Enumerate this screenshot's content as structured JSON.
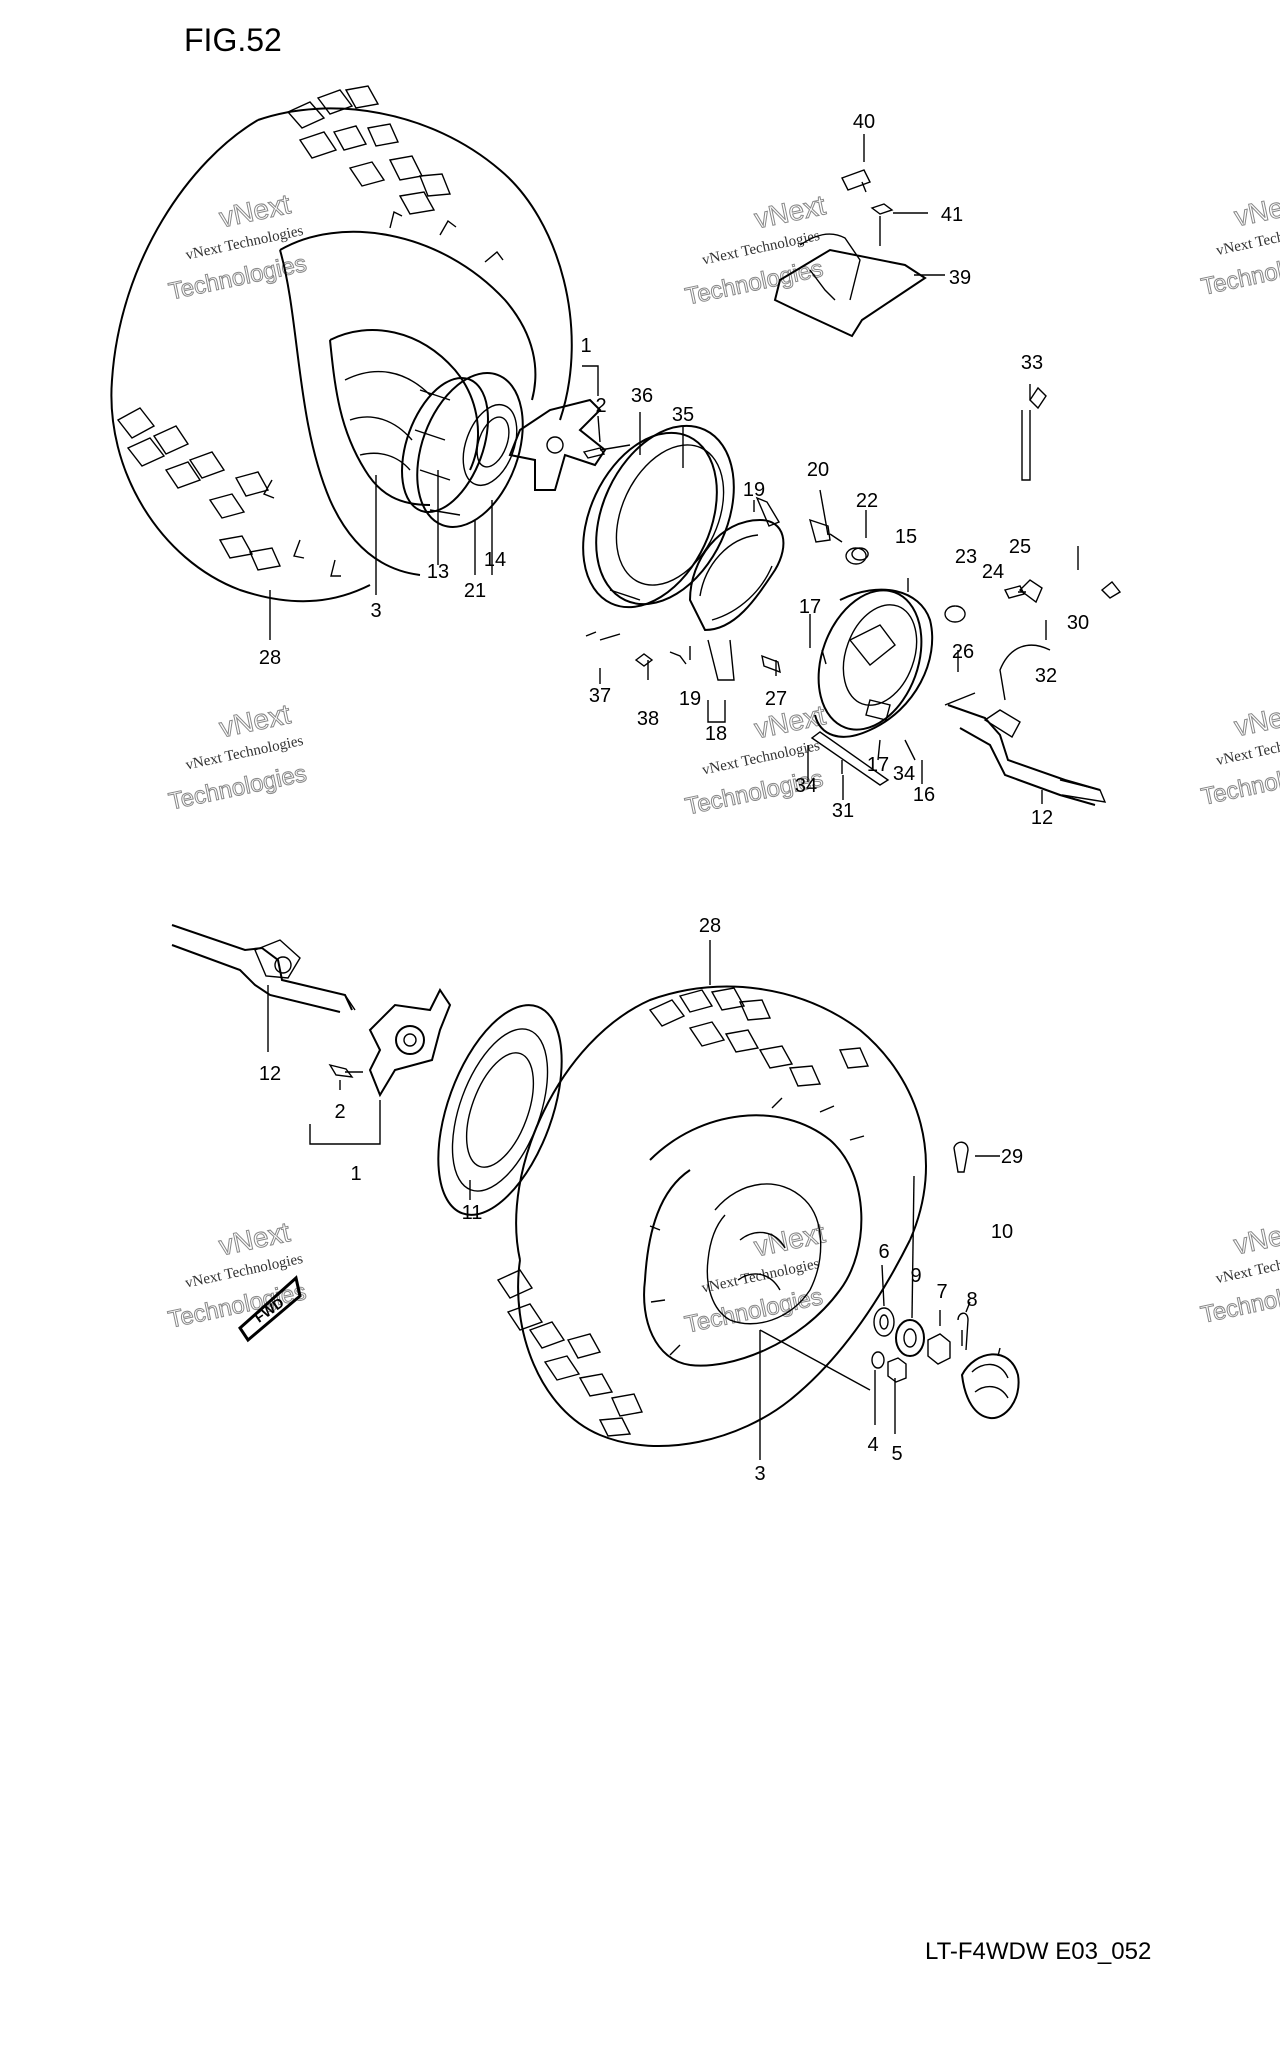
{
  "figure_label": "FIG.52",
  "diagram_code": "LT-F4WDW E03_052",
  "watermark": {
    "line1": "vNext",
    "line2": "vNext Technologies",
    "line3": "Technologies"
  },
  "direction_badge": "FWD",
  "parts": [
    {
      "label": "1"
    },
    {
      "label": "2"
    },
    {
      "label": "3"
    },
    {
      "label": "12"
    },
    {
      "label": "13"
    },
    {
      "label": "14"
    },
    {
      "label": "15"
    },
    {
      "label": "16"
    },
    {
      "label": "17"
    },
    {
      "label": "18"
    },
    {
      "label": "19"
    },
    {
      "label": "20"
    },
    {
      "label": "21"
    },
    {
      "label": "22"
    },
    {
      "label": "23"
    },
    {
      "label": "24"
    },
    {
      "label": "25"
    },
    {
      "label": "26"
    },
    {
      "label": "27"
    },
    {
      "label": "28"
    },
    {
      "label": "30"
    },
    {
      "label": "31"
    },
    {
      "label": "32"
    },
    {
      "label": "33"
    },
    {
      "label": "34"
    },
    {
      "label": "35"
    },
    {
      "label": "36"
    },
    {
      "label": "37"
    },
    {
      "label": "38"
    },
    {
      "label": "39"
    },
    {
      "label": "40"
    },
    {
      "label": "41"
    },
    {
      "label": "4"
    },
    {
      "label": "5"
    },
    {
      "label": "6"
    },
    {
      "label": "7"
    },
    {
      "label": "8"
    },
    {
      "label": "9"
    },
    {
      "label": "10"
    },
    {
      "label": "11"
    },
    {
      "label": "29"
    }
  ]
}
